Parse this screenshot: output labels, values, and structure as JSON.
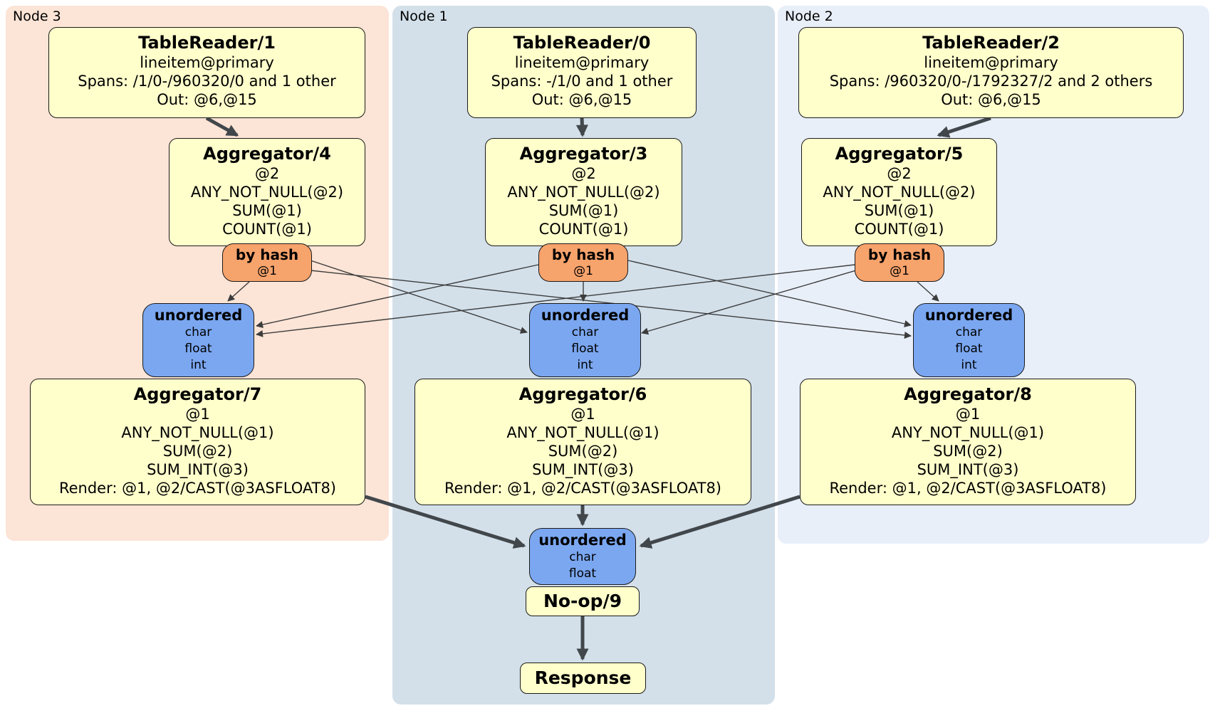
{
  "panels": [
    {
      "label": "Node 3"
    },
    {
      "label": "Node 1"
    },
    {
      "label": "Node 2"
    }
  ],
  "boxes": {
    "tr1": {
      "title": "TableReader/1",
      "lines": [
        "lineitem@primary",
        "Spans: /1/0-/960320/0 and 1 other",
        "Out: @6,@15"
      ]
    },
    "tr0": {
      "title": "TableReader/0",
      "lines": [
        "lineitem@primary",
        "Spans: -/1/0 and 1 other",
        "Out: @6,@15"
      ]
    },
    "tr2": {
      "title": "TableReader/2",
      "lines": [
        "lineitem@primary",
        "Spans: /960320/0-/1792327/2 and 2 others",
        "Out: @6,@15"
      ]
    },
    "agg4": {
      "title": "Aggregator/4",
      "lines": [
        "@2",
        "ANY_NOT_NULL(@2)",
        "SUM(@1)",
        "COUNT(@1)"
      ]
    },
    "agg3": {
      "title": "Aggregator/3",
      "lines": [
        "@2",
        "ANY_NOT_NULL(@2)",
        "SUM(@1)",
        "COUNT(@1)"
      ]
    },
    "agg5": {
      "title": "Aggregator/5",
      "lines": [
        "@2",
        "ANY_NOT_NULL(@2)",
        "SUM(@1)",
        "COUNT(@1)"
      ]
    },
    "router3": {
      "title": "by hash",
      "lines": [
        "@1"
      ]
    },
    "router1": {
      "title": "by hash",
      "lines": [
        "@1"
      ]
    },
    "router2": {
      "title": "by hash",
      "lines": [
        "@1"
      ]
    },
    "sync3": {
      "title": "unordered",
      "lines": [
        "char",
        "float",
        "int"
      ]
    },
    "sync1": {
      "title": "unordered",
      "lines": [
        "char",
        "float",
        "int"
      ]
    },
    "sync2": {
      "title": "unordered",
      "lines": [
        "char",
        "float",
        "int"
      ]
    },
    "agg7": {
      "title": "Aggregator/7",
      "lines": [
        "@1",
        "ANY_NOT_NULL(@1)",
        "SUM(@2)",
        "SUM_INT(@3)",
        "Render: @1, @2/CAST(@3ASFLOAT8)"
      ]
    },
    "agg6": {
      "title": "Aggregator/6",
      "lines": [
        "@1",
        "ANY_NOT_NULL(@1)",
        "SUM(@2)",
        "SUM_INT(@3)",
        "Render: @1, @2/CAST(@3ASFLOAT8)"
      ]
    },
    "agg8": {
      "title": "Aggregator/8",
      "lines": [
        "@1",
        "ANY_NOT_NULL(@1)",
        "SUM(@2)",
        "SUM_INT(@3)",
        "Render: @1, @2/CAST(@3ASFLOAT8)"
      ]
    },
    "syncFinal": {
      "title": "unordered",
      "lines": [
        "char",
        "float"
      ]
    },
    "noop": {
      "title": "No-op/9",
      "lines": []
    },
    "response": {
      "title": "Response",
      "lines": []
    }
  },
  "edges": [
    {
      "from": "TableReader/1",
      "to": "Aggregator/4",
      "type": "stream"
    },
    {
      "from": "TableReader/0",
      "to": "Aggregator/3",
      "type": "stream"
    },
    {
      "from": "TableReader/2",
      "to": "Aggregator/5",
      "type": "stream"
    },
    {
      "from": "by hash (Node 3)",
      "to": "unordered (Node 3)",
      "type": "route"
    },
    {
      "from": "by hash (Node 3)",
      "to": "unordered (Node 1)",
      "type": "route"
    },
    {
      "from": "by hash (Node 3)",
      "to": "unordered (Node 2)",
      "type": "route"
    },
    {
      "from": "by hash (Node 1)",
      "to": "unordered (Node 3)",
      "type": "route"
    },
    {
      "from": "by hash (Node 1)",
      "to": "unordered (Node 1)",
      "type": "route"
    },
    {
      "from": "by hash (Node 1)",
      "to": "unordered (Node 2)",
      "type": "route"
    },
    {
      "from": "by hash (Node 2)",
      "to": "unordered (Node 3)",
      "type": "route"
    },
    {
      "from": "by hash (Node 2)",
      "to": "unordered (Node 1)",
      "type": "route"
    },
    {
      "from": "by hash (Node 2)",
      "to": "unordered (Node 2)",
      "type": "route"
    },
    {
      "from": "Aggregator/7",
      "to": "unordered (final)",
      "type": "stream"
    },
    {
      "from": "Aggregator/6",
      "to": "unordered (final)",
      "type": "stream"
    },
    {
      "from": "Aggregator/8",
      "to": "unordered (final)",
      "type": "stream"
    },
    {
      "from": "No-op/9",
      "to": "Response",
      "type": "stream"
    }
  ],
  "colors": {
    "background": "#ffffff",
    "node3_panel": "#fce4d6",
    "node1_panel": "#d3e0ea",
    "node2_panel": "#e9eff9",
    "box_fill": "#ffffcc",
    "box_border": "#1a1a1a",
    "router_fill": "#f7a36c",
    "sync_fill": "#7ba7f1",
    "edge_thin": "#3c3c3c",
    "edge_thick": "#41474b"
  }
}
